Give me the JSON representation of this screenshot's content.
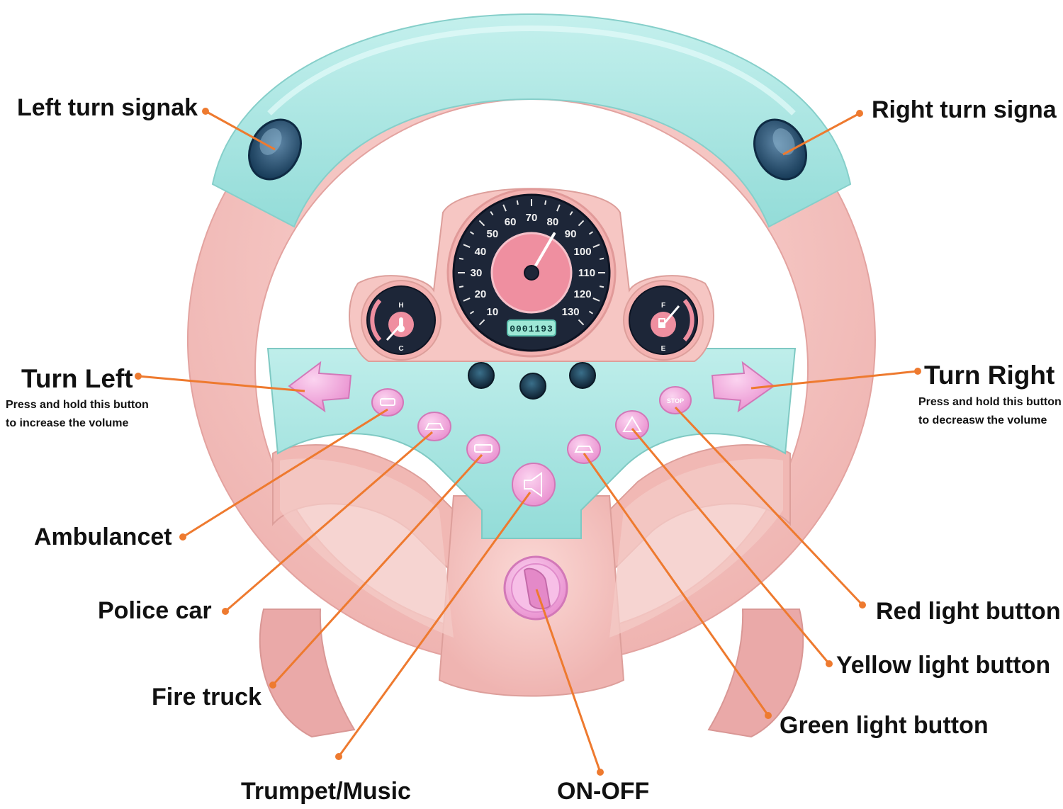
{
  "labels": {
    "left_turn_signal": "Left turn signak",
    "right_turn_signal": "Right turn signa",
    "turn_left": "Turn Left",
    "turn_left_note_1": "Press and hold this button",
    "turn_left_note_2": "to increase the volume",
    "turn_right": "Turn Right",
    "turn_right_note_1": "Press and hold this button",
    "turn_right_note_2": "to  decreasw the volume",
    "ambulance": "Ambulancet",
    "police_car": "Police car",
    "fire_truck": "Fire truck",
    "trumpet_music": "Trumpet/Music",
    "on_off": "ON-OFF",
    "red_light": "Red light button",
    "yellow_light": "Yellow light button",
    "green_light": "Green light button"
  },
  "speedometer": {
    "ticks": [
      "10",
      "20",
      "30",
      "40",
      "50",
      "60",
      "70",
      "80",
      "90",
      "100",
      "110",
      "120",
      "130"
    ],
    "odometer": "0001193"
  },
  "temp_gauge": {
    "high": "H",
    "low": "C"
  },
  "fuel_gauge": {
    "full": "F",
    "empty": "E"
  },
  "stop_button": "STOP",
  "colors": {
    "wheel_pink": "#f5c3c0",
    "wheel_mint": "#a8e6e2",
    "gauge_navy": "#1d2638",
    "button_pink": "#f2a9dc",
    "leader_orange": "#ee7a2f"
  }
}
